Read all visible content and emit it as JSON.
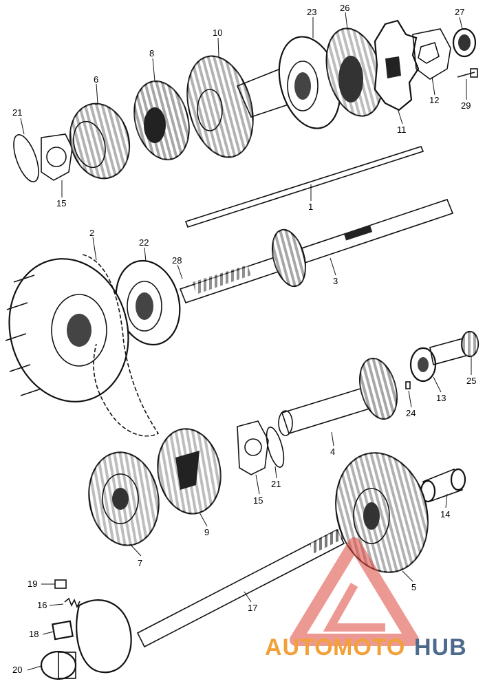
{
  "part_numbers": {
    "p1": "1",
    "p2": "2",
    "p3": "3",
    "p4": "4",
    "p5": "5",
    "p6": "6",
    "p7": "7",
    "p8": "8",
    "p9": "9",
    "p10": "10",
    "p11": "11",
    "p12": "12",
    "p13": "13",
    "p14": "14",
    "p15a": "15",
    "p15b": "15",
    "p16": "16",
    "p17": "17",
    "p18": "18",
    "p19": "19",
    "p20": "20",
    "p21a": "21",
    "p21b": "21",
    "p22": "22",
    "p23": "23",
    "p24": "24",
    "p25": "25",
    "p26": "26",
    "p27": "27",
    "p28": "28",
    "p29": "29"
  },
  "watermark": {
    "auto": "AUTO",
    "moto": "MOTO",
    "hub": "HUB",
    "color_red": "#e0463c",
    "color_orange": "#f2a13a",
    "color_blue": "#4d6a8c"
  }
}
